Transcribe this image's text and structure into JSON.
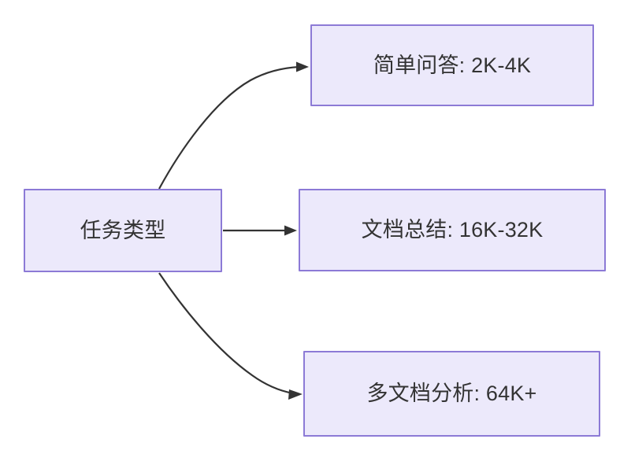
{
  "diagram": {
    "background_color": "#ffffff",
    "node_fill_color": "#ece9fb",
    "node_border_color": "#8c7ad6",
    "text_color": "#333333",
    "edge_color": "#333333",
    "root": {
      "label": "任务类型"
    },
    "branches": [
      {
        "id": "simple-qa",
        "label": "简单问答: 2K-4K",
        "edge_style": "curved-up"
      },
      {
        "id": "doc-summary",
        "label": "文档总结: 16K-32K",
        "edge_style": "straight"
      },
      {
        "id": "multidoc-analysis",
        "label": "多文档分析: 64K+",
        "edge_style": "curved-down"
      }
    ]
  }
}
